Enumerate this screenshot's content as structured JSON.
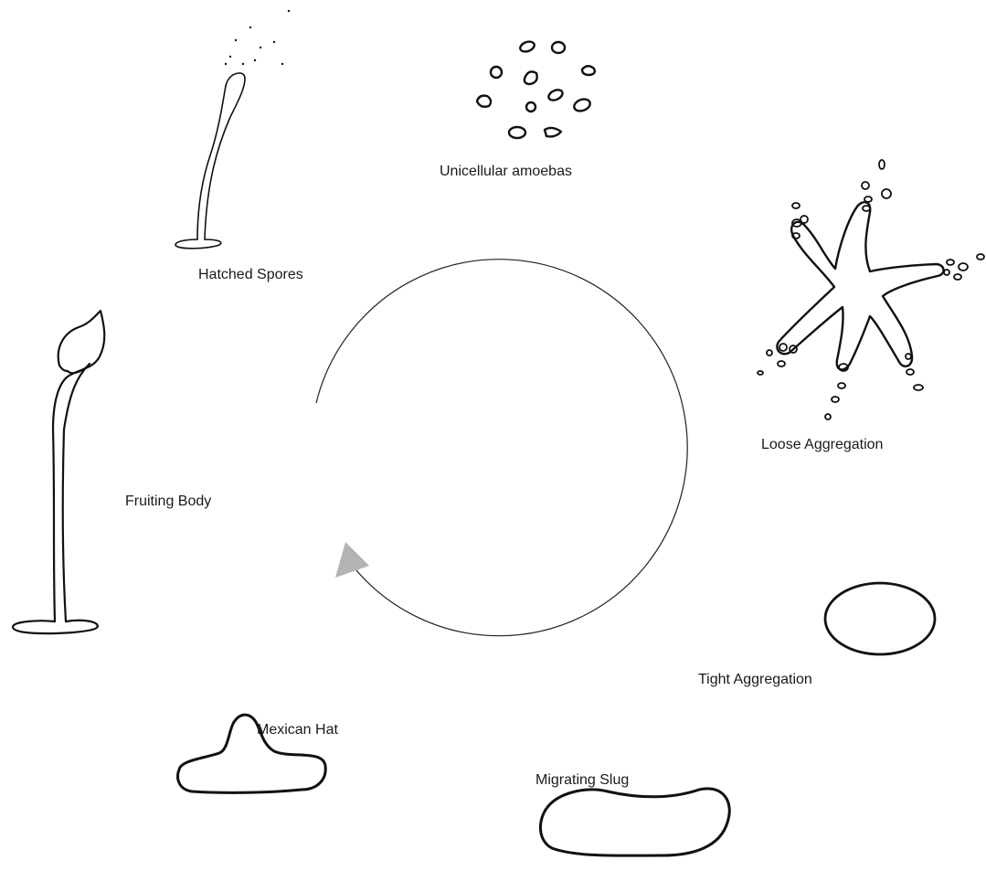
{
  "colors": {
    "ink": "#111111",
    "cycle_arrow": "#222222",
    "arrow_head": "#b3b3b3",
    "background": "#ffffff"
  },
  "stages": [
    {
      "key": "unicellular",
      "label": "Unicellular amoebas"
    },
    {
      "key": "loose",
      "label": "Loose Aggregation"
    },
    {
      "key": "tight",
      "label": "Tight Aggregation"
    },
    {
      "key": "slug",
      "label": "Migrating Slug"
    },
    {
      "key": "hat",
      "label": "Mexican Hat"
    },
    {
      "key": "fruiting",
      "label": "Fruiting Body"
    },
    {
      "key": "spores",
      "label": "Hatched Spores"
    }
  ],
  "cycle": {
    "direction": "clockwise"
  }
}
